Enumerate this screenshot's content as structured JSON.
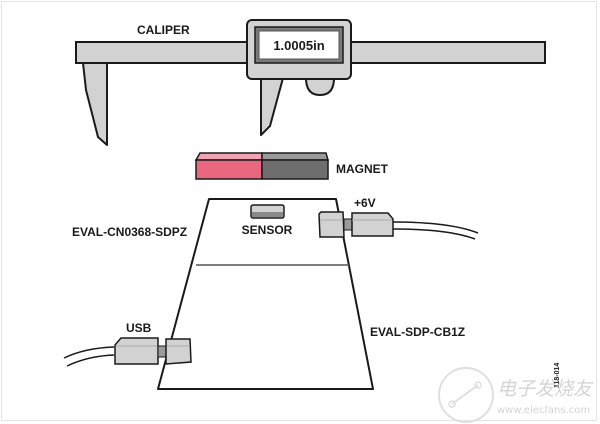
{
  "diagram": {
    "caliper": {
      "label": "CALIPER",
      "display_reading": "1.0005in"
    },
    "magnet": {
      "label": "MAGNET",
      "colors": {
        "north": "#e8677f",
        "north_top": "#f2a3b2",
        "south": "#6e6e6e",
        "south_top": "#9a9a9a"
      }
    },
    "sensor_board": {
      "label": "EVAL-CN0368-SDPZ",
      "sensor_label": "SENSOR",
      "power_connector_label": "+6V"
    },
    "controller_board": {
      "label": "EVAL-SDP-CB1Z",
      "usb_connector_label": "USB"
    },
    "figure_code": "118-014",
    "watermark": {
      "chinese": "电子发烧友",
      "url": "www.elecfans.com"
    },
    "colors": {
      "body_gray": "#d2d2d2",
      "outline": "#1a1a1a",
      "display_bezel": "#7a7a7a"
    }
  }
}
